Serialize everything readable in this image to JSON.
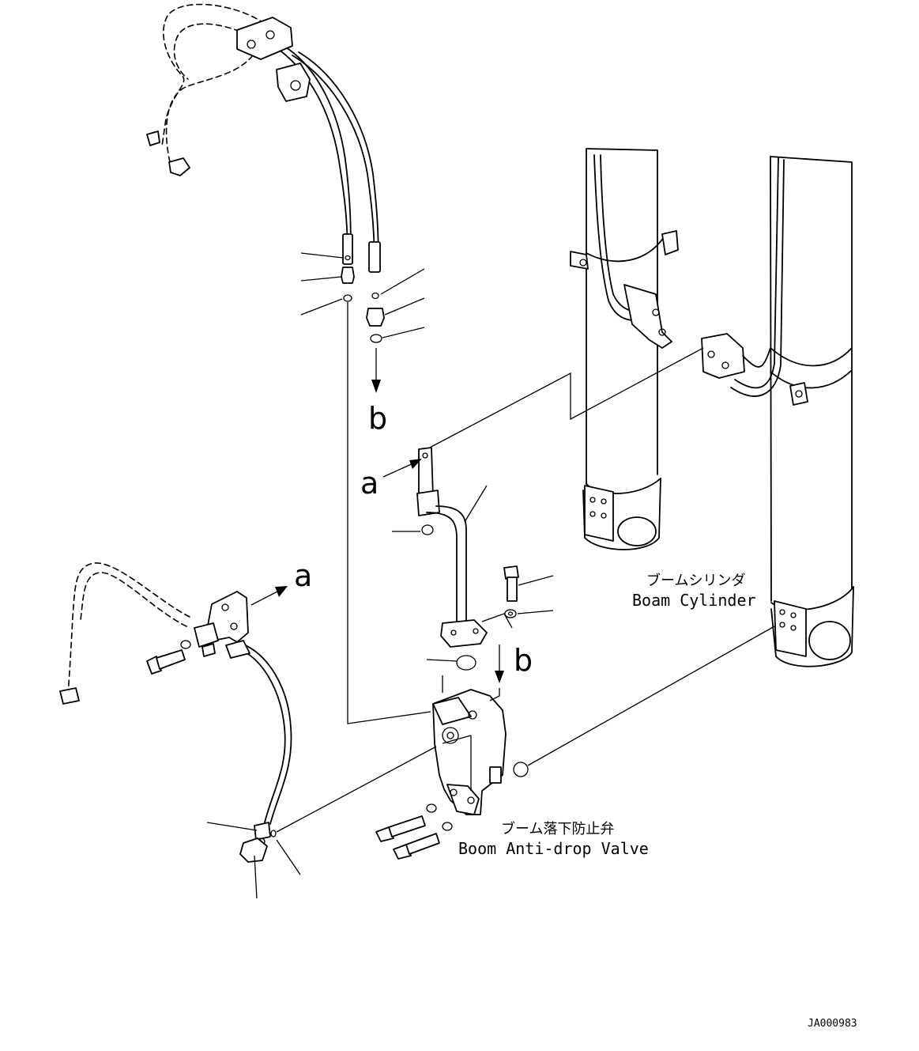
{
  "labels": {
    "boom_cylinder_jp": "ブームシリンダ",
    "boom_cylinder_en": "Boam Cylinder",
    "anti_drop_jp": "ブーム落下防止弁",
    "anti_drop_en": "Boom Anti-drop Valve",
    "ref_a": "a",
    "ref_b": "b",
    "drawing_id": "JA000983"
  }
}
